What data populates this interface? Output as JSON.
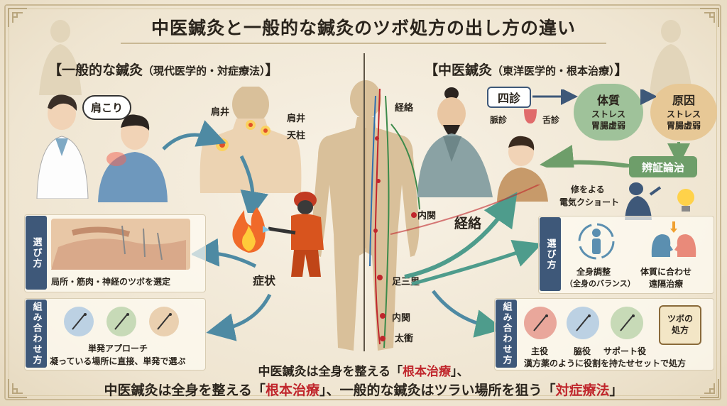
{
  "title": "中医鍼灸と一般的な鍼灸のツボ処方の出し方の違い",
  "left": {
    "heading": "【一般的な鍼灸",
    "heading_sub": "（現代医学的・対症療法）",
    "heading_end": "】",
    "speech": "肩こり",
    "points": {
      "jingjing_left": "肩井",
      "jingjing_right": "肩井",
      "tianzhu": "天柱"
    },
    "symptom": "症状",
    "select": {
      "tab": "選び方",
      "caption": "局所・筋肉・神経のツボを選定"
    },
    "combine": {
      "tab": "組み合わせ方",
      "caption1": "単発アプローチ",
      "caption2": "凝っている場所に直接、単発で選ぶ"
    }
  },
  "right": {
    "heading": "【中医鍼灸",
    "heading_sub": "（東洋医学的・根本治療）",
    "heading_end": "】",
    "shishin": "四診",
    "pulse": "脈診",
    "tongue": "舌診",
    "constitution": {
      "title": "体質",
      "line1": "ストレス",
      "line2": "胃腸虚弱"
    },
    "cause": {
      "title": "原因",
      "line1": "ストレス",
      "line2": "胃腸虚弱"
    },
    "diagnosis": "辨証論治",
    "repair_line1": "修をよる",
    "repair_line2": "電気クショート",
    "select": {
      "tab": "選び方",
      "item1": "全身調整",
      "item1_sub": "（全身のバランス）",
      "item2_line1": "体質に合わせ",
      "item2_line2": "遠隔治療"
    },
    "combine": {
      "tab": "組み合わせ方",
      "roles": [
        "主役",
        "脇役",
        "サポート役"
      ],
      "scroll_line1": "ツボの",
      "scroll_line2": "処方",
      "caption": "漢方薬のように役割を持たせセットで処方"
    }
  },
  "center": {
    "meridian": "経絡",
    "meridian_big": "経絡",
    "points": {
      "neiguan": "内関",
      "zusanli": "足三里",
      "neiguan2": "内関",
      "taichong": "太衝"
    }
  },
  "bottom": {
    "line1_a": "中医鍼灸は全身を整える「",
    "line1_b": "根本治療",
    "line1_c": "」、",
    "line2_a": "中医鍼灸は全身を整える「",
    "line2_b": "根本治療",
    "line2_c": "」、一般的な鍼灸はツラい場所を狙う「",
    "line2_d": "対症療法",
    "line2_e": "」"
  },
  "colors": {
    "navy": "#3e5879",
    "teal": "#4e8aa3",
    "green_box": "#8fb78a",
    "tan_box": "#e7c896",
    "red": "#c0262c"
  }
}
